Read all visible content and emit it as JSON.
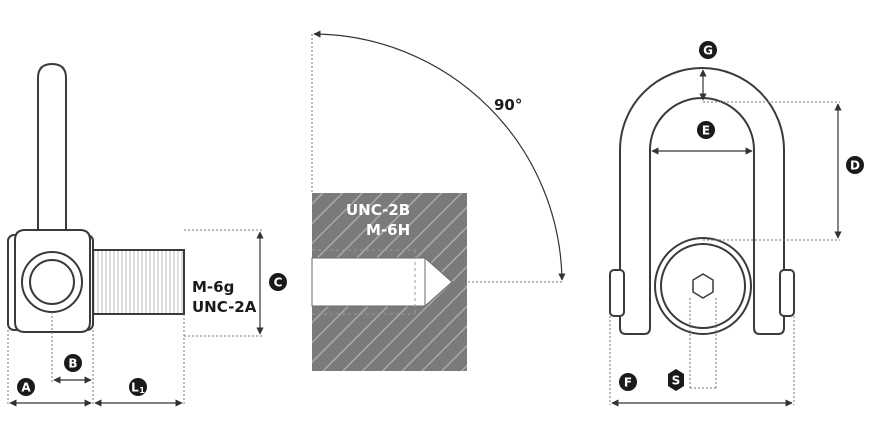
{
  "labels": {
    "thread_ext_1": "M-6g",
    "thread_ext_2": "UNC-2A",
    "thread_int_1": "UNC-2B",
    "thread_int_2": "M-6H",
    "angle": "90°"
  },
  "dimension_badges": {
    "A": "A",
    "B": "B",
    "C": "C",
    "L1": "L",
    "L1_sub": "1",
    "D": "D",
    "E": "E",
    "F": "F",
    "G": "G",
    "S": "S"
  },
  "colors": {
    "outline": "#3a3a3a",
    "badge": "#1a1a1a",
    "block_fill": "#7a7a7a",
    "hatch": "#a0a0a0",
    "dim_line": "#555555"
  }
}
